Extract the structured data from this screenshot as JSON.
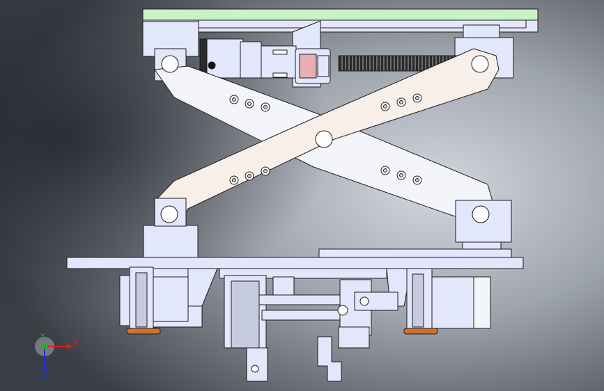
{
  "viewport": {
    "background_dark": "#3a3d44",
    "background_light": "#c7ccd3"
  },
  "colors": {
    "top_plate": "#c9f2c7",
    "arm_white": "#f4f5fb",
    "arm_beige": "#f8f0e8",
    "part_blue": "#e3e7fb",
    "part_shade": "#c7cbe0",
    "outline": "#1b1b1b",
    "screw": "#2b2b2b",
    "coupling": "#e8aeb3",
    "foot": "#d0702c",
    "axis_x": "#e02020",
    "axis_y": "#20b020",
    "axis_z": "#2030d0"
  },
  "triad": {
    "x_label": "X",
    "y_label": "Y",
    "z_label": "Z"
  }
}
